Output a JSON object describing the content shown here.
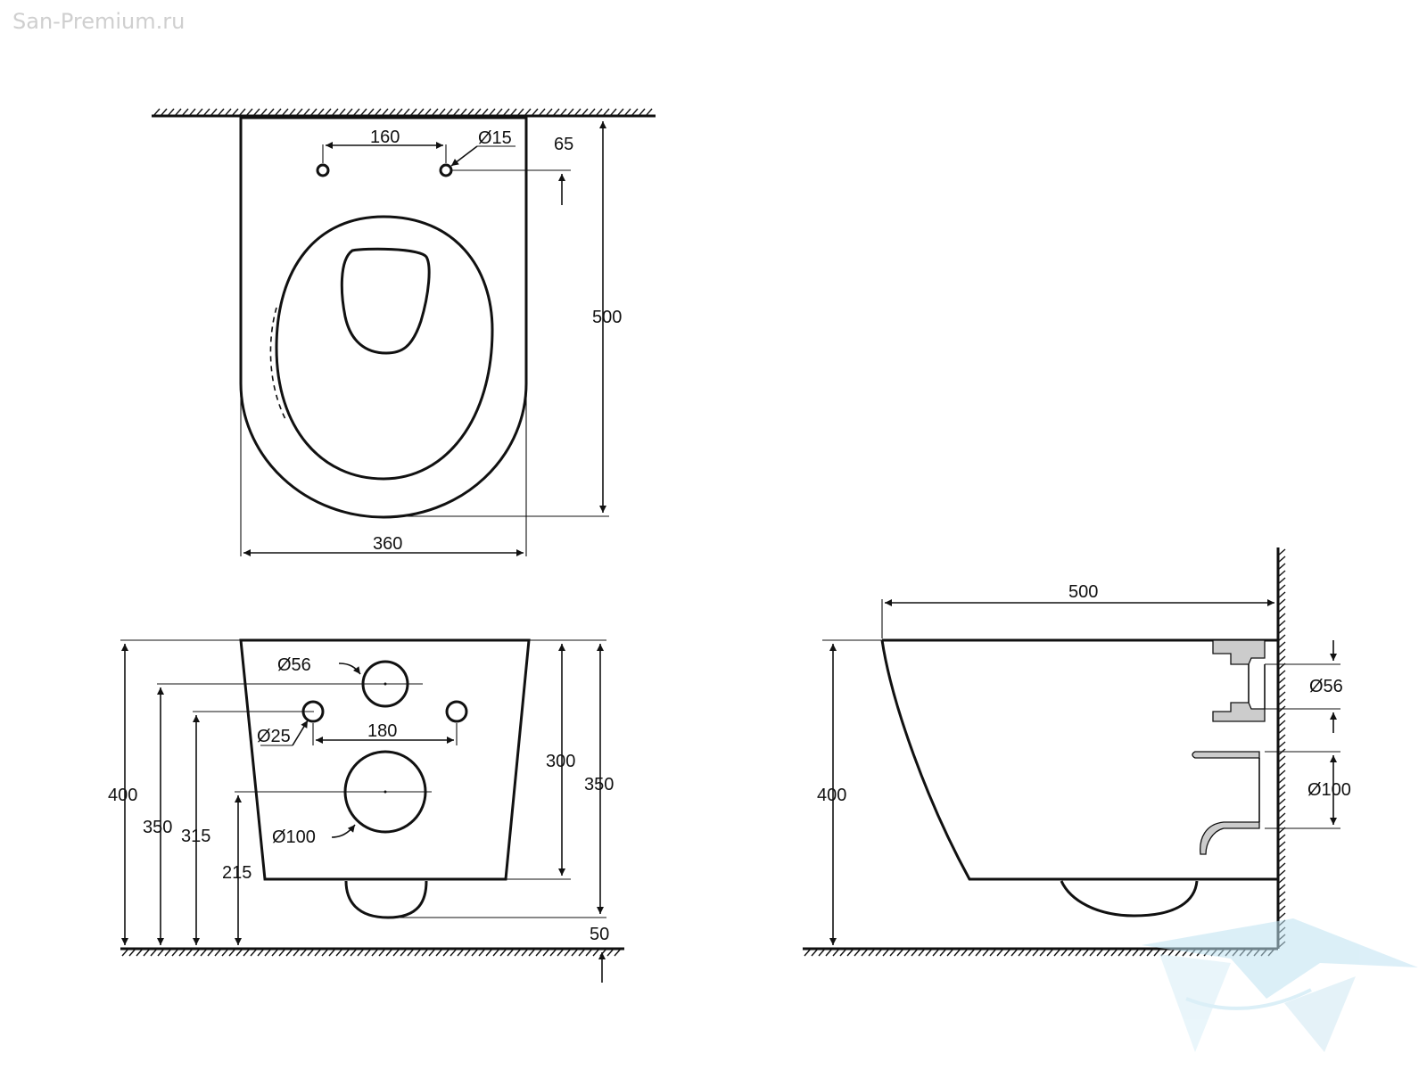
{
  "watermark": "San-Premium.ru",
  "colors": {
    "line": "#111111",
    "watermark_text": "#cfcfcf",
    "logo": "#bfe2f2"
  },
  "top_view": {
    "dim_pipe_spacing": "160",
    "dim_pipe_diameter": "Ø15",
    "dim_pipe_offset": "65",
    "dim_length": "500",
    "dim_width": "360"
  },
  "front_view": {
    "dim_inlet_diameter": "Ø56",
    "dim_bolt_diameter": "Ø25",
    "dim_bolt_spacing": "180",
    "dim_outlet_diameter": "Ø100",
    "dim_total_height": "400",
    "dim_inlet_height": "350",
    "dim_bolt_height": "315",
    "dim_outlet_height": "215",
    "dim_body_height": "300",
    "dim_body_height_full": "350",
    "dim_bottom_gap": "50"
  },
  "side_view": {
    "dim_length": "500",
    "dim_height": "400",
    "dim_inlet_diameter": "Ø56",
    "dim_outlet_diameter": "Ø100"
  },
  "icons": [
    "wall-hatch",
    "floor-hatch",
    "ceiling-hatch",
    "brand-logo-icon"
  ]
}
